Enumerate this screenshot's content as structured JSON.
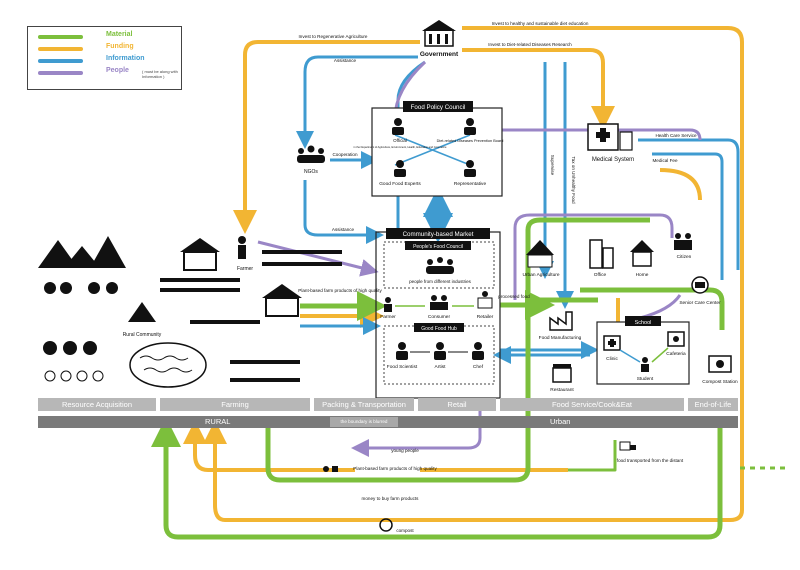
{
  "legend": {
    "items": [
      {
        "label": "Material",
        "color": "#7cbf3c"
      },
      {
        "label": "Funding",
        "color": "#f2b533"
      },
      {
        "label": "Information",
        "color": "#3f9bd0"
      },
      {
        "label": "People",
        "color": "#9a86c6"
      }
    ],
    "people_note": "( must be along with Information )"
  },
  "nodes": {
    "government": "Government",
    "food_policy_council": "Food Policy Council",
    "official": "Official",
    "official_detail": "in the Department of Agriculture, Environment, Health, Education and Commerce",
    "diet_prevention": "Diet-related Diseases Prevention Board",
    "good_food_experts": "Good Food Experts",
    "representative": "Representative",
    "ngos": "NGOs",
    "medical_system": "Medical System",
    "community_market": "Community-based Market",
    "peoples_food_council": "People's Food Council",
    "people_industries": "people from different industries",
    "farmer_market": "Farmer",
    "consumer": "Consumer",
    "retailer": "Retailer",
    "good_food_hub": "Good Food Hub",
    "food_scientist": "Food Scientist",
    "artist": "Artist",
    "chef": "Chef",
    "farmer": "Farmer",
    "rural_community": "Rural Community",
    "urban_agriculture": "Urban Agriculture",
    "office": "Office",
    "home": "Home",
    "citizen": "Citizen",
    "senior_care": "Senior Care Center",
    "school": "School",
    "clinic": "Clinic",
    "cafeteria": "Cafeteria",
    "student": "Student",
    "food_manufacturing": "Food Manufacturing",
    "restaurant": "Restaurant",
    "compost_station": "Compost Station"
  },
  "flows": {
    "invest_regen": "Invest to Regenerative Agriculture",
    "invest_healthy": "Invest to healthy and sustainable diet education",
    "invest_diet": "Invest to Diet-related Diseases Research",
    "assistance_top": "Assistance",
    "cooperation": "Cooperation",
    "assistance_mid": "Assistance",
    "supervise": "Supervise",
    "tax": "Tax on Unhealthy Food",
    "health_care": "Health Care Service",
    "medical_fee": "Medical Fee",
    "plant_based_top": "Plant-based farm products of high quality",
    "processed_food": "processed food",
    "young_people": "young people",
    "plant_based_bottom": "Plant-based farm products of high quality",
    "food_distant": "food transported from the distant",
    "money_buy": "money to buy farm products",
    "compost": "compost"
  },
  "stages": [
    "Resource Acquisition",
    "Farming",
    "Packing & Transportation",
    "Retail",
    "Food Service/Cook&Eat",
    "End-of-Life"
  ],
  "regions": {
    "rural": "RURAL",
    "urban": "Urban",
    "boundary": "the boundary is blurred"
  }
}
